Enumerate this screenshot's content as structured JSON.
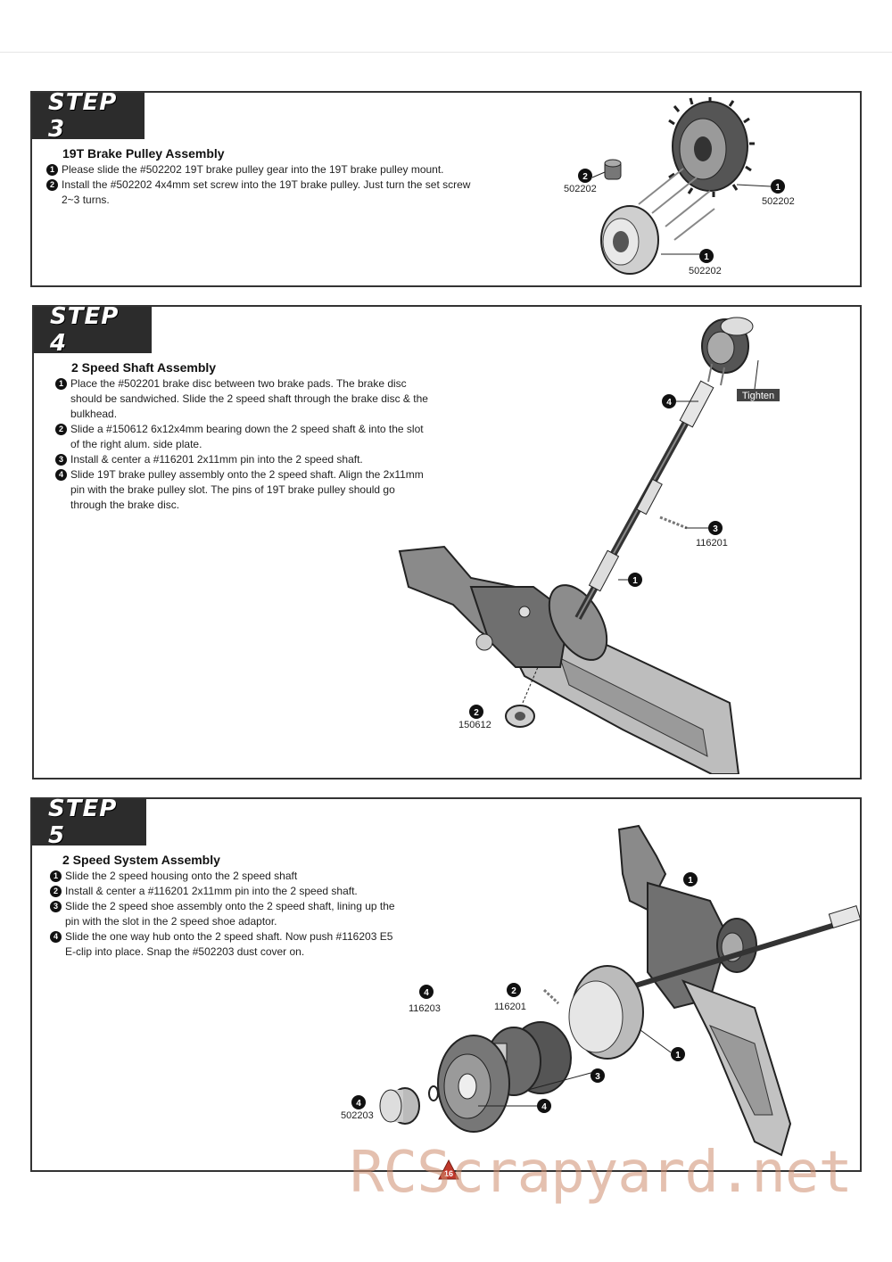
{
  "watermark": "RCScrapyard.net",
  "page_number": "16",
  "step3": {
    "tab": "STEP 3",
    "title": "19T Brake Pulley Assembly",
    "instructions": [
      {
        "n": "1",
        "text": "Please slide the #502202 19T brake pulley gear into the 19T brake pulley mount."
      },
      {
        "n": "2",
        "text": "Install the #502202 4x4mm set screw into the 19T brake pulley.  Just turn the set screw 2~3 turns."
      }
    ],
    "callouts": [
      {
        "n": "2",
        "part": "502202"
      },
      {
        "n": "1",
        "part": "502202"
      },
      {
        "n": "1",
        "part": "502202"
      }
    ]
  },
  "step4": {
    "tab": "STEP 4",
    "title": "2 Speed Shaft Assembly",
    "instructions": [
      {
        "n": "1",
        "text": "Place the #502201 brake disc between two brake pads.  The brake disc should be sandwiched.  Slide the 2 speed shaft through the brake disc & the bulkhead."
      },
      {
        "n": "2",
        "text": "Slide a #150612 6x12x4mm bearing down the 2 speed shaft & into the slot of the right alum. side plate."
      },
      {
        "n": "3",
        "text": "Install & center a #116201 2x11mm pin into the 2 speed shaft."
      },
      {
        "n": "4",
        "text": "Slide 19T brake pulley assembly onto the 2 speed shaft.  Align the 2x11mm pin with the brake pulley slot.  The pins of 19T brake pulley should go through the brake disc."
      }
    ],
    "tighten_label": "Tighten",
    "callouts": [
      {
        "n": "4",
        "part": ""
      },
      {
        "n": "3",
        "part": "116201"
      },
      {
        "n": "1",
        "part": ""
      },
      {
        "n": "2",
        "part": "150612"
      }
    ]
  },
  "step5": {
    "tab": "STEP 5",
    "title": "2 Speed System Assembly",
    "instructions": [
      {
        "n": "1",
        "text": "Slide the 2 speed housing onto the 2 speed shaft"
      },
      {
        "n": "2",
        "text": "Install & center a #116201 2x11mm pin into the 2 speed shaft."
      },
      {
        "n": "3",
        "text": "Slide the 2 speed shoe assembly onto the 2 speed shaft, lining up the pin with the slot in the 2 speed shoe adaptor."
      },
      {
        "n": "4",
        "text": "Slide the one way hub onto the 2 speed shaft.  Now push #116203 E5 E-clip into place.  Snap the #502203 dust cover on."
      }
    ],
    "callouts": [
      {
        "n": "1",
        "part": ""
      },
      {
        "n": "4",
        "part": "116203"
      },
      {
        "n": "2",
        "part": "116201"
      },
      {
        "n": "1",
        "part": ""
      },
      {
        "n": "3",
        "part": ""
      },
      {
        "n": "4",
        "part": "502203"
      },
      {
        "n": "4",
        "part": ""
      }
    ]
  }
}
